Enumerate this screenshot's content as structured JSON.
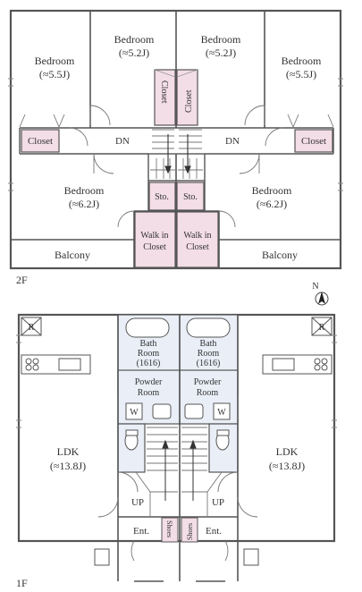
{
  "floor2": {
    "level": "2F",
    "bedroom_nw": {
      "name": "Bedroom",
      "size": "(≈5.5J)"
    },
    "bedroom_n1": {
      "name": "Bedroom",
      "size": "(≈5.2J)"
    },
    "bedroom_n2": {
      "name": "Bedroom",
      "size": "(≈5.2J)"
    },
    "bedroom_ne": {
      "name": "Bedroom",
      "size": "(≈5.5J)"
    },
    "closet_left_vert": "Closet",
    "closet_right_vert": "Closet",
    "closet_w": "Closet",
    "closet_e": "Closet",
    "dn_left": "DN",
    "dn_right": "DN",
    "bedroom_sw": {
      "name": "Bedroom",
      "size": "(≈6.2J)"
    },
    "bedroom_se": {
      "name": "Bedroom",
      "size": "(≈6.2J)"
    },
    "storage_left": "Sto.",
    "storage_right": "Sto.",
    "walkin_left": [
      "Walk in",
      "Closet"
    ],
    "walkin_right": [
      "Walk in",
      "Closet"
    ],
    "balcony_left": "Balcony",
    "balcony_right": "Balcony"
  },
  "compass": "N",
  "floor1": {
    "level": "1F",
    "r_left": "R",
    "r_right": "R",
    "bath_left": [
      "Bath",
      "Room",
      "(1616)"
    ],
    "bath_right": [
      "Bath",
      "Room",
      "(1616)"
    ],
    "powder_left": [
      "Powder",
      "Room"
    ],
    "powder_right": [
      "Powder",
      "Room"
    ],
    "w_left": "W",
    "w_right": "W",
    "ldk_left": {
      "name": "LDK",
      "size": "(≈13.8J)"
    },
    "ldk_right": {
      "name": "LDK",
      "size": "(≈13.8J)"
    },
    "up_left": "UP",
    "up_right": "UP",
    "ent_left": "Ent.",
    "ent_right": "Ent.",
    "shoes_left": "Shoes",
    "shoes_right": "Shoes"
  },
  "colors": {
    "wall": "#555555",
    "closet_fill": "#f3dde6",
    "wet_fill": "#e9eef7",
    "line": "#666666"
  }
}
